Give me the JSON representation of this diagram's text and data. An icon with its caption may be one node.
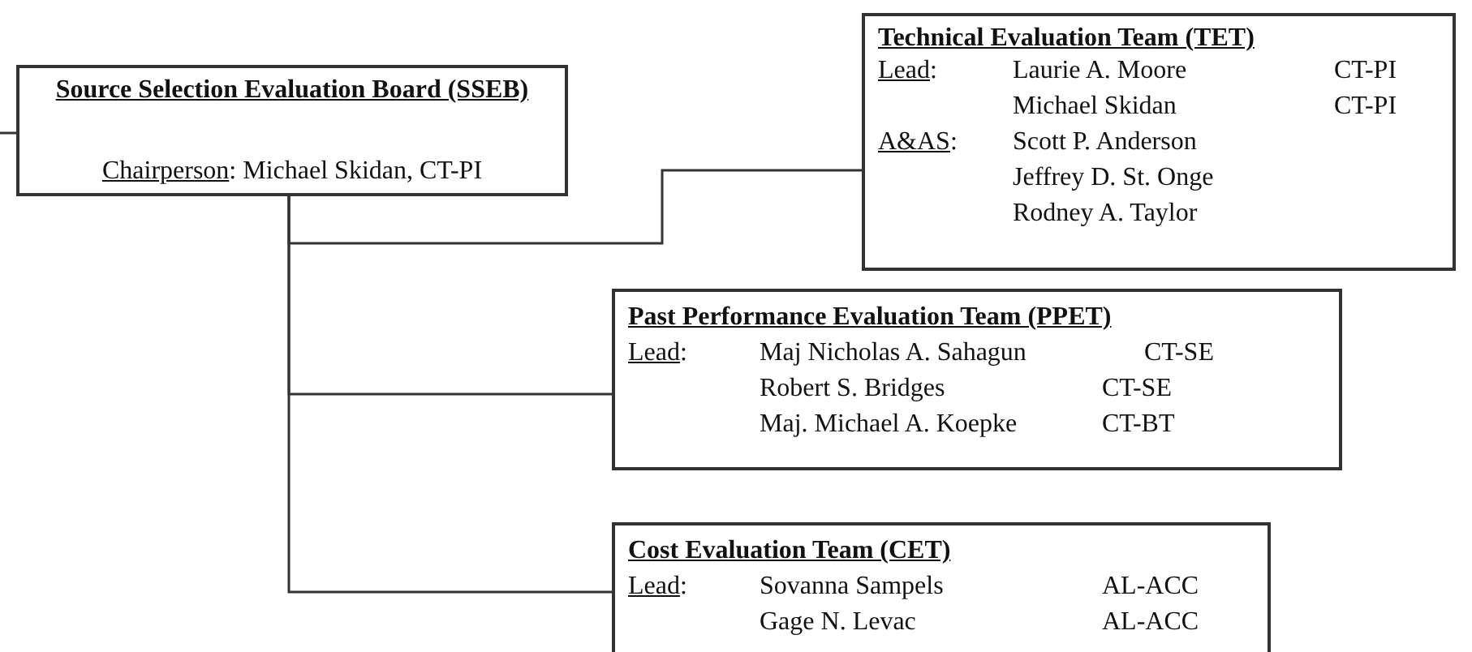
{
  "diagram": {
    "nodes": [
      {
        "text": [
          "Source Selection Evaluation Board (SSEB)",
          "Chairperson: Michael Skidan, CT-PI"
        ]
      },
      {
        "text": [
          "Technical Evaluation Team (TET)",
          "Lead:",
          "Laurie A. Moore",
          "CT-PI",
          "Michael Skidan",
          "CT-PI",
          "A&AS:",
          "Scott P. Anderson",
          "Jeffrey D. St. Onge",
          "Rodney A. Taylor"
        ]
      },
      {
        "text": [
          "Past Performance Evaluation Team (PPET)",
          "Lead:",
          "Maj Nicholas A. Sahagun",
          "CT-SE",
          "Robert S. Bridges",
          "CT-SE",
          "Maj. Michael A. Koepke",
          "CT-BT"
        ]
      },
      {
        "text": [
          "Cost Evaluation Team (CET)",
          "Lead:",
          "Sovanna Sampels",
          "AL-ACC",
          "Gage N. Levac",
          "AL-ACC"
        ]
      }
    ],
    "edges": [
      {
        "from": 0,
        "to": 1,
        "arrow": "none"
      },
      {
        "from": 0,
        "to": 2,
        "arrow": "none"
      },
      {
        "from": 0,
        "to": 3,
        "arrow": "none"
      },
      {
        "from": null,
        "to": 0,
        "arrow": "none"
      }
    ]
  }
}
